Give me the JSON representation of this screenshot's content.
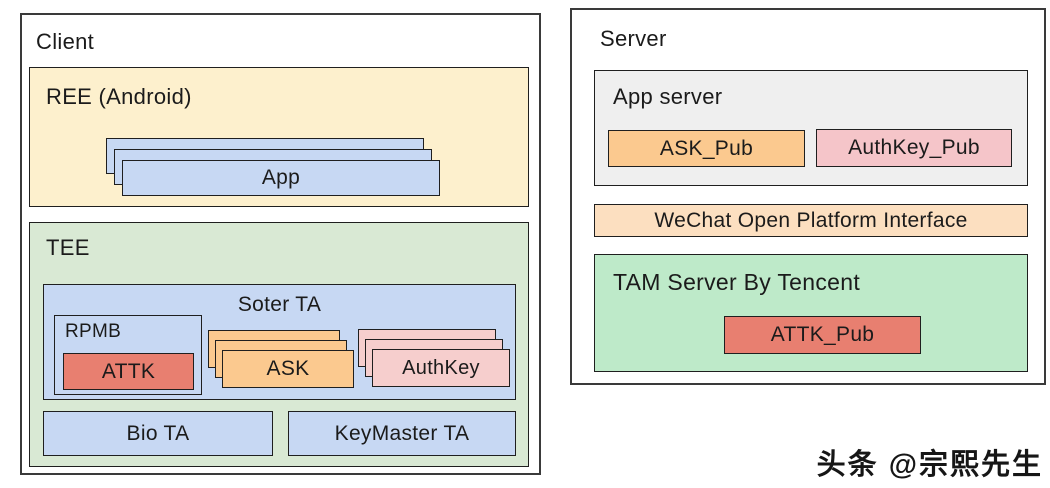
{
  "palette": {
    "border_outer": "#3a3a3a",
    "border_inner": "#1f1f1f",
    "text": "#1b1b1b",
    "ree_bg": "#fdf0cd",
    "app_card_bg": "#c7d8f3",
    "tee_bg": "#d9e9d4",
    "soter_bg": "#c7d8f3",
    "rpmb_bg": "#c7d8f3",
    "attk_bg": "#e87f70",
    "ask_bg": "#fbc98f",
    "authkey_bg": "#f6cecd",
    "bio_bg": "#c7d8f3",
    "keymaster_bg": "#c7d8f3",
    "app_server_bg": "#efefef",
    "ask_pub_bg": "#fbc98f",
    "authkey_pub_bg": "#f5c5c9",
    "wechat_bg": "#fcdfc0",
    "tam_bg": "#beeac9",
    "attk_pub_bg": "#e87f70"
  },
  "client": {
    "title": "Client",
    "ree": {
      "title": "REE (Android)",
      "app_label": "App"
    },
    "tee": {
      "title": "TEE",
      "soter": {
        "title": "Soter TA",
        "rpmb_label": "RPMB",
        "attk_label": "ATTK",
        "ask_label": "ASK",
        "authkey_label": "AuthKey"
      },
      "bio_label": "Bio TA",
      "keymaster_label": "KeyMaster TA"
    }
  },
  "server": {
    "title": "Server",
    "app_server": {
      "title": "App server",
      "ask_pub_label": "ASK_Pub",
      "authkey_pub_label": "AuthKey_Pub"
    },
    "wechat_label": "WeChat Open Platform Interface",
    "tam": {
      "title": "TAM Server By Tencent",
      "attk_pub_label": "ATTK_Pub"
    }
  },
  "watermark": "头条 @宗熙先生"
}
